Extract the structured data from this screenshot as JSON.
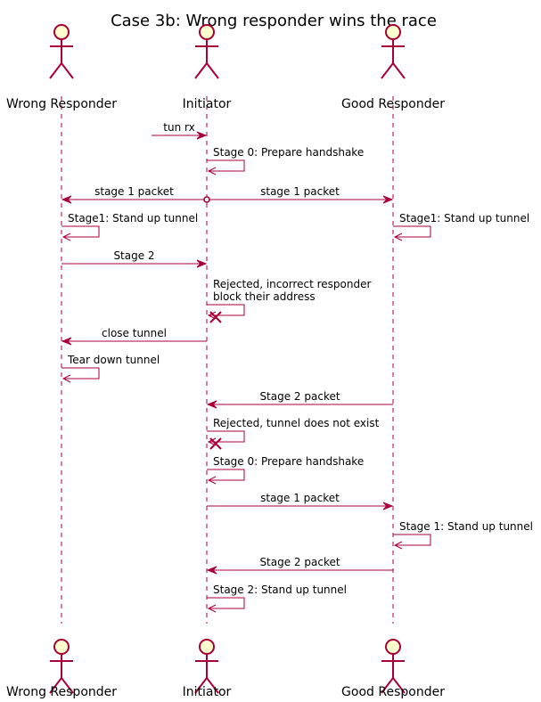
{
  "title": "Case 3b: Wrong responder wins the race",
  "participants": [
    {
      "id": "wrong",
      "name": "Wrong Responder"
    },
    {
      "id": "init",
      "name": "Initiator"
    },
    {
      "id": "good",
      "name": "Good Responder"
    }
  ],
  "messages": [
    {
      "from": "",
      "to": "init",
      "label": [
        "tun rx"
      ]
    },
    {
      "from": "init",
      "to": "init",
      "label": [
        "Stage 0: Prepare handshake"
      ]
    },
    {
      "from": "init",
      "to": "wrong",
      "label": [
        "stage 1 packet"
      ]
    },
    {
      "from": "init",
      "to": "good",
      "label": [
        "stage 1 packet"
      ]
    },
    {
      "from": "wrong",
      "to": "wrong",
      "label": [
        "Stage1: Stand up tunnel"
      ]
    },
    {
      "from": "good",
      "to": "good",
      "label": [
        "Stage1: Stand up tunnel"
      ]
    },
    {
      "from": "wrong",
      "to": "init",
      "label": [
        "Stage 2"
      ]
    },
    {
      "from": "init",
      "to": "init",
      "label": [
        "Rejected, incorrect responder",
        "block their address"
      ],
      "destroy": true
    },
    {
      "from": "init",
      "to": "wrong",
      "label": [
        "close tunnel"
      ]
    },
    {
      "from": "wrong",
      "to": "wrong",
      "label": [
        "Tear down tunnel"
      ]
    },
    {
      "from": "good",
      "to": "init",
      "label": [
        "Stage 2 packet"
      ]
    },
    {
      "from": "init",
      "to": "init",
      "label": [
        "Rejected, tunnel does not exist"
      ],
      "destroy": true
    },
    {
      "from": "init",
      "to": "init",
      "label": [
        "Stage 0: Prepare handshake"
      ]
    },
    {
      "from": "init",
      "to": "good",
      "label": [
        "stage 1 packet"
      ]
    },
    {
      "from": "good",
      "to": "good",
      "label": [
        "Stage 1: Stand up tunnel"
      ]
    },
    {
      "from": "good",
      "to": "init",
      "label": [
        "Stage 2 packet"
      ]
    },
    {
      "from": "init",
      "to": "init",
      "label": [
        "Stage 2: Stand up tunnel"
      ]
    }
  ],
  "colors": {
    "arrow": "#a80036",
    "actor_fill": "#fefece",
    "actor_stroke": "#a80036"
  }
}
